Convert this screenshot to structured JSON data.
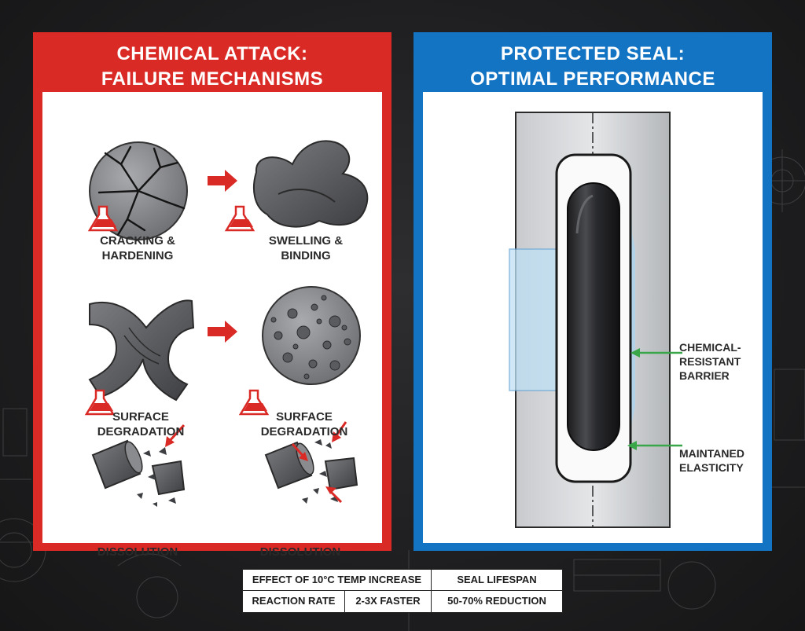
{
  "left_panel": {
    "title_line1": "CHEMICAL ATTACK:",
    "title_line2": "FAILURE MECHANISMS",
    "cells": [
      {
        "line1": "CRACKING &",
        "line2": "HARDENING"
      },
      {
        "line1": "SWELLING &",
        "line2": "BINDING"
      },
      {
        "line1": "SURFACE",
        "line2": "DEGRADATION"
      },
      {
        "line1": "SURFACE",
        "line2": "DEGRADATION"
      },
      {
        "line1": "DISSOLUTION",
        "line2": ""
      },
      {
        "line1": "DISSOLUTION",
        "line2": ""
      }
    ]
  },
  "right_panel": {
    "title_line1": "PROTECTED SEAL:",
    "title_line2": "OPTIMAL PERFORMANCE",
    "callouts": [
      {
        "line1": "CHEMICAL-",
        "line2": "RESISTANT",
        "line3": "BARRIER"
      },
      {
        "line1": "MAINTANED",
        "line2": "ELASTICITY"
      }
    ]
  },
  "table": {
    "header": [
      "EFFECT OF 10°C TEMP INCREASE",
      "SEAL LIFESPAN"
    ],
    "row": [
      "REACTION RATE",
      "2-3X FASTER",
      "50-70% REDUCTION"
    ]
  },
  "colors": {
    "attack_red": "#d92a26",
    "protected_blue": "#1474c4",
    "arrow_green": "#3aa64a",
    "background": "#1e1e20"
  },
  "icons": [
    "flask-icon",
    "arrow-right-icon",
    "arrow-pointer-icon"
  ]
}
